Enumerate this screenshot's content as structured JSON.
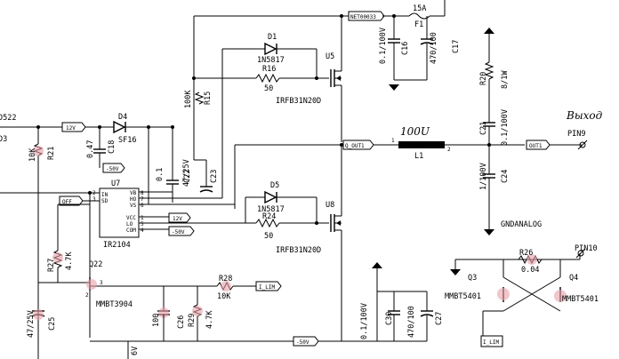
{
  "nets": {
    "net00033": "NET00033",
    "v12": "12V",
    "m50v": "-50V",
    "off": "OFF",
    "out1": "OUT1",
    "q_out1": "Q_OUT1",
    "i_lim": "I_LIM",
    "gnd": "GNDANALOG",
    "pin9": "PIN9",
    "pin10": "PIN10",
    "vykhod": "Выход",
    "v6": "6V"
  },
  "parts": {
    "f1": {
      "ref": "F1",
      "value": "15A"
    },
    "c16": {
      "ref": "C16",
      "value": "0.1/100V"
    },
    "c17": {
      "ref": "C17",
      "value": "470/100"
    },
    "c18": {
      "ref": "C18",
      "value": "0.47"
    },
    "c21": {
      "ref": "C21",
      "value": "0.1/100V"
    },
    "c22": {
      "ref": "C22",
      "value": "0.1"
    },
    "c23": {
      "ref": "C23",
      "value": "47/25V"
    },
    "c24": {
      "ref": "C24",
      "value": "1/100V"
    },
    "c25": {
      "ref": "C25",
      "value": "47/25V"
    },
    "c26": {
      "ref": "C26",
      "value": "100"
    },
    "c27": {
      "ref": "C27",
      "value": "470/100"
    },
    "c30": {
      "ref": "C30",
      "value": "0.1/100V"
    },
    "d1": {
      "ref": "D1",
      "value": "1N5817"
    },
    "d4": {
      "ref": "D4",
      "value": "SF16"
    },
    "d5": {
      "ref": "D5",
      "value": "1N5817"
    },
    "d_left": {
      "ref": "D3",
      "value": "D522"
    },
    "r15": {
      "ref": "R15",
      "value": "100K"
    },
    "r16": {
      "ref": "R16",
      "value": "50"
    },
    "r20": {
      "ref": "R20",
      "value": "8/1W"
    },
    "r21": {
      "ref": "R21",
      "value": "10K"
    },
    "r24": {
      "ref": "R24",
      "value": "50"
    },
    "r26": {
      "ref": "R26",
      "value": "0.04"
    },
    "r27": {
      "ref": "R27",
      "value": "4.7K"
    },
    "r28": {
      "ref": "R28",
      "value": "10K"
    },
    "r29": {
      "ref": "R29",
      "value": "4.7K"
    },
    "u5": {
      "ref": "U5",
      "value": "IRFB31N20D"
    },
    "u7": {
      "ref": "U7",
      "value": "IR2104"
    },
    "u8": {
      "ref": "U8",
      "value": "IRFB31N20D"
    },
    "l1": {
      "ref": "L1",
      "value": "100U"
    },
    "q22": {
      "ref": "Q22",
      "value": "MMBT3904"
    },
    "q3": {
      "ref": "Q3",
      "value": "MMBT5401"
    },
    "q4": {
      "ref": "Q4",
      "value": "MMBT5401"
    }
  },
  "u7_pins": {
    "in": "IN",
    "sd": "SD",
    "vb": "VB",
    "ho": "HO",
    "vs": "VS",
    "vcc": "VCC",
    "lo": "LO",
    "com": "COM",
    "n2": "2",
    "n3": "3",
    "n8": "8",
    "n7": "7",
    "n6": "6",
    "n1": "1",
    "n5": "5",
    "n4": "4"
  },
  "pin_numbers": {
    "l1_a": "1",
    "l1_b": "2",
    "q22_3": "3",
    "q22_2": "2"
  }
}
